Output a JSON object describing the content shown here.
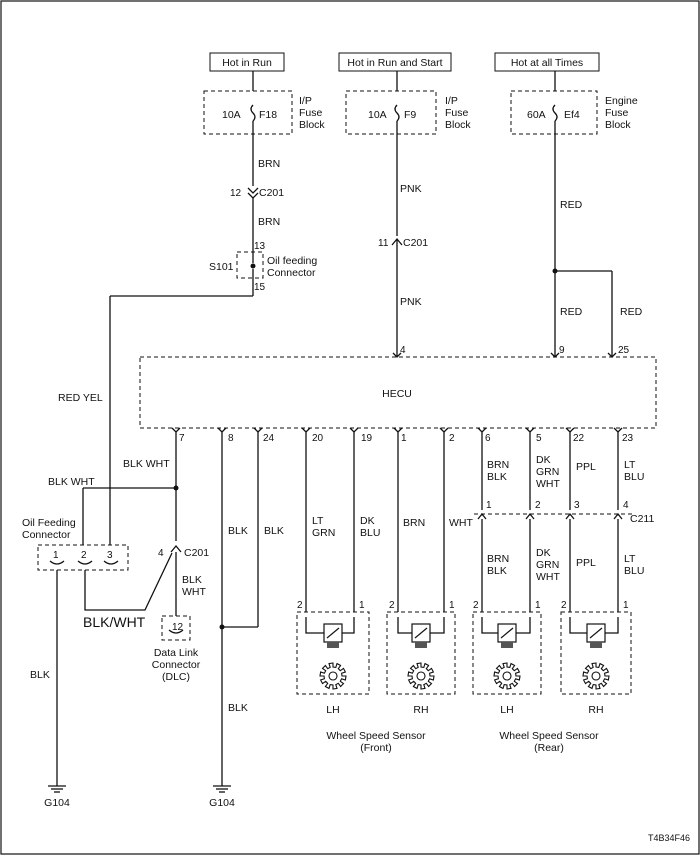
{
  "headers": {
    "run": "Hot in Run",
    "run_start": "Hot in Run and Start",
    "always": "Hot at all Times"
  },
  "fuses": {
    "f18": {
      "amp": "10A",
      "id": "F18",
      "block": [
        "I/P",
        "Fuse",
        "Block"
      ]
    },
    "f9": {
      "amp": "10A",
      "id": "F9",
      "block": [
        "I/P",
        "Fuse",
        "Block"
      ]
    },
    "ef4": {
      "amp": "60A",
      "id": "Ef4",
      "block": [
        "Engine",
        "Fuse",
        "Block"
      ]
    }
  },
  "wires": {
    "brn": "BRN",
    "pnk": "PNK",
    "red": "RED",
    "red_yel": "RED YEL",
    "blk_wht": "BLK WHT",
    "blk": "BLK",
    "lt_grn": [
      "LT",
      "GRN"
    ],
    "dk_blu": [
      "DK",
      "BLU"
    ],
    "wht": "WHT",
    "brn_blk": [
      "BRN",
      "BLK"
    ],
    "dk_grn_wht": [
      "DK",
      "GRN",
      "WHT"
    ],
    "ppl": "PPL",
    "lt_blu": [
      "LT",
      "BLU"
    ],
    "blk_wht_slash": "BLK/WHT",
    "blk_wht_stack": [
      "BLK",
      "WHT"
    ]
  },
  "connectors": {
    "c201": "C201",
    "c211": "C211",
    "s101": "S101",
    "oil_feeding": [
      "Oil feeding",
      "Connector"
    ],
    "oil_feeding_left": [
      "Oil Feeding",
      "Connector"
    ],
    "dlc": [
      "Data Link",
      "Connector",
      "(DLC)"
    ],
    "dlc_pin": "12"
  },
  "pins": {
    "c201_top": "12",
    "c201_mid": "11",
    "c201_dlc": "4",
    "s101_in": "13",
    "s101_out": "15",
    "hecu_top": [
      "4",
      "9",
      "25"
    ],
    "hecu_bottom": [
      "7",
      "8",
      "24",
      "20",
      "19",
      "1",
      "2",
      "6",
      "5",
      "22",
      "23"
    ],
    "c211": [
      "1",
      "2",
      "3",
      "4"
    ],
    "oil_conn": [
      "1",
      "2",
      "3"
    ],
    "sensor": [
      "2",
      "1"
    ]
  },
  "module": {
    "name": "HECU"
  },
  "sensors": {
    "front": {
      "lh": "LH",
      "rh": "RH",
      "caption": [
        "Wheel Speed Sensor",
        "(Front)"
      ]
    },
    "rear": {
      "lh": "LH",
      "rh": "RH",
      "caption": [
        "Wheel Speed Sensor",
        "(Rear)"
      ]
    }
  },
  "grounds": {
    "left": "G104",
    "right": "G104"
  },
  "figure_code": "T4B34F46"
}
